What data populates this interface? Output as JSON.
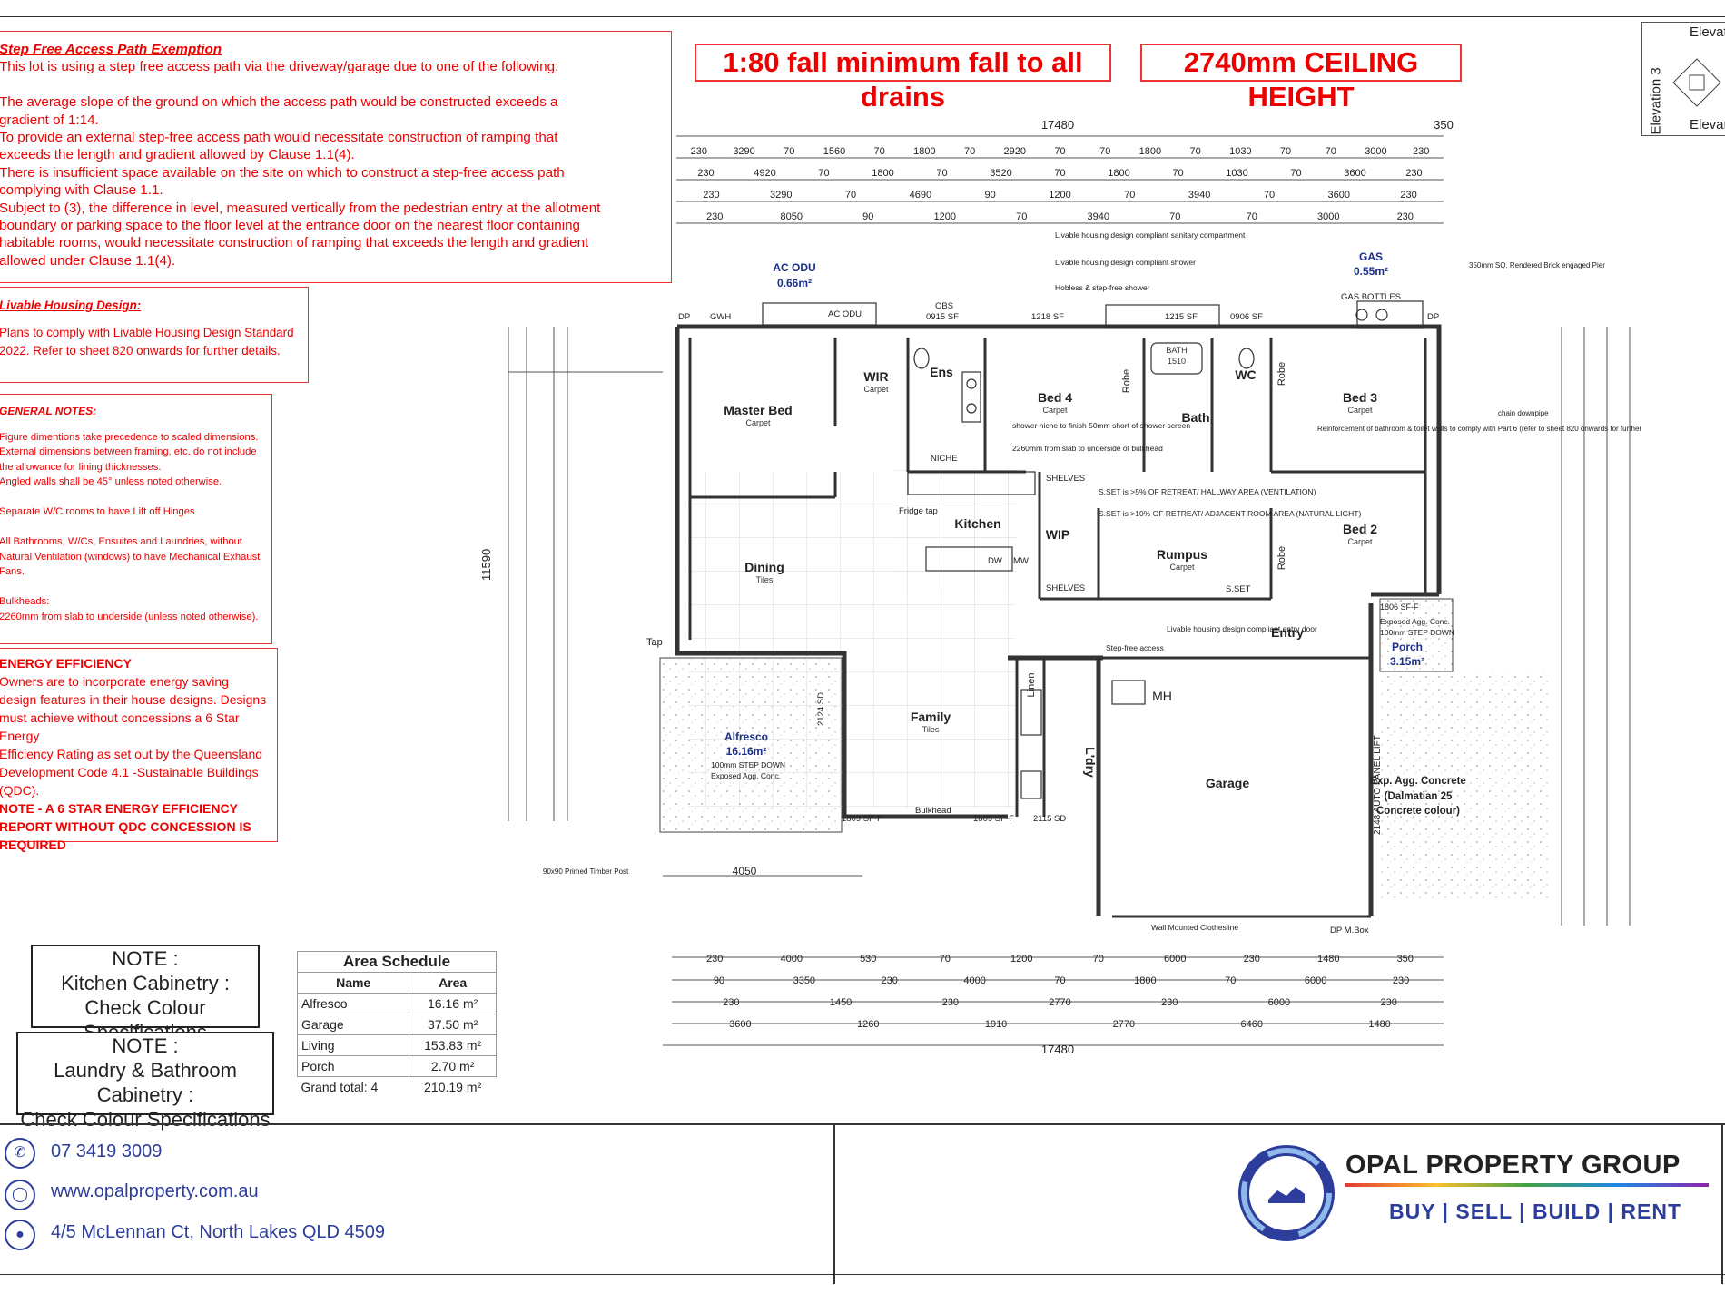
{
  "header": {
    "fall_note": "1:80 fall minimum fall to all drains",
    "ceiling_note": "2740mm CEILING HEIGHT"
  },
  "step_free": {
    "title": "Step Free Access Path Exemption",
    "lines": [
      "This lot is using a step free access path via the driveway/garage due to one of the following:",
      "",
      "The average slope of the ground on which the access path would be constructed exceeds a",
      "gradient of 1:14.",
      "To provide an external step-free access path would necessitate construction of ramping that",
      "exceeds the length and gradient allowed by Clause 1.1(4).",
      "There is insufficient space available on the site on which to construct a step-free access path",
      "complying with Clause 1.1.",
      "Subject to (3), the difference in level, measured vertically from the pedestrian entry at the allotment",
      "boundary or parking space to the floor level at the entrance door on the nearest floor containing",
      "habitable rooms, would necessitate construction of ramping that exceeds the length and gradient",
      "allowed under Clause 1.1(4)."
    ]
  },
  "livable": {
    "title": "Livable Housing Design:",
    "lines": [
      "Plans to comply with Livable Housing Design Standard",
      "2022. Refer to sheet 820 onwards for further details."
    ]
  },
  "general": {
    "title": "GENERAL NOTES:",
    "lines": [
      "Figure dimentions take precedence to scaled dimensions.",
      "External dimensions between framing, etc. do not include",
      "the allowance for lining thicknesses.",
      "Angled walls shall be 45° unless noted otherwise.",
      "",
      "Separate W/C rooms to have Lift off Hinges",
      "",
      "All Bathrooms, W/Cs, Ensuites and Laundries, without",
      "Natural Ventilation (windows) to have Mechanical Exhaust",
      "Fans.",
      "",
      "Bulkheads:",
      "2260mm from slab to underside (unless noted otherwise)."
    ]
  },
  "energy": {
    "title": "ENERGY EFFICIENCY",
    "lines": [
      "Owners are to incorporate energy saving",
      "design features in their house designs. Designs",
      "must achieve without concessions a 6 Star Energy",
      "Efficiency Rating as set out by the Queensland",
      "Development Code 4.1 -Sustainable Buildings",
      "(QDC)."
    ],
    "bold_lines": [
      "NOTE  - A 6 STAR ENERGY EFFICIENCY",
      "REPORT WITHOUT QDC CONCESSION IS",
      "REQUIRED"
    ]
  },
  "notes": {
    "kitchen": [
      "NOTE :",
      "Kitchen Cabinetry :",
      "Check Colour Specifications"
    ],
    "laundry": [
      "NOTE :",
      "Laundry & Bathroom Cabinetry :",
      "Check Colour Specifications"
    ]
  },
  "area_schedule": {
    "title": "Area Schedule",
    "headers": [
      "Name",
      "Area"
    ],
    "rows": [
      [
        "Alfresco",
        "16.16 m²"
      ],
      [
        "Garage",
        "37.50 m²"
      ],
      [
        "Living",
        "153.83 m²"
      ],
      [
        "Porch",
        "2.70 m²"
      ]
    ],
    "total_label": "Grand total: 4",
    "total_value": "210.19 m²"
  },
  "contact": {
    "phone": "07 3419 3009",
    "web": "www.opalproperty.com.au",
    "address": "4/5 McLennan Ct, North Lakes QLD 4509"
  },
  "brand": {
    "name": "OPAL PROPERTY GROUP",
    "tagline": "BUY | SELL | BUILD | RENT",
    "color": "#2c3d9b"
  },
  "elevation_key": {
    "top": "Elevation",
    "side": "Elevation 3",
    "bottom": "Elevation"
  },
  "plan": {
    "overall_width": "17480",
    "overall_extra": "350",
    "overall_depth": "11590",
    "dim_rows": [
      [
        "230",
        "3290",
        "70",
        "1560",
        "70",
        "1800",
        "70",
        "2920",
        "70",
        "70",
        "1800",
        "70",
        "1030",
        "70",
        "70",
        "3000",
        "230"
      ],
      [
        "230",
        "4920",
        "70",
        "1800",
        "70",
        "3520",
        "70",
        "1800",
        "70",
        "1030",
        "70",
        "3600",
        "230"
      ],
      [
        "230",
        "3290",
        "70",
        "4690",
        "90",
        "1200",
        "70",
        "3940",
        "70",
        "3600",
        "230"
      ],
      [
        "230",
        "8050",
        "90",
        "1200",
        "70",
        "3940",
        "70",
        "70",
        "3000",
        "230"
      ]
    ],
    "bottom_rows": [
      [
        "230",
        "4000",
        "530",
        "70",
        "1200",
        "70",
        "6000",
        "230",
        "1480",
        "350"
      ],
      [
        "90",
        "3350",
        "230",
        "4000",
        "70",
        "1800",
        "70",
        "6000",
        "230"
      ],
      [
        "230",
        "1450",
        "230",
        "2770",
        "230",
        "6000",
        "230"
      ],
      [
        "3600",
        "1260",
        "1910",
        "2770",
        "6460",
        "1480"
      ]
    ],
    "bottom_total": "17480",
    "alfresco_dim": "4050",
    "rooms": {
      "master_bed": "Master Bed",
      "carpet": "Carpet",
      "wir": "WIR",
      "ens": "Ens",
      "bed4": "Bed 4",
      "bath": "Bath",
      "wc": "WC",
      "bed3": "Bed 3",
      "bed2": "Bed 2",
      "dining": "Dining",
      "tiles": "Tiles",
      "kitchen": "Kitchen",
      "wip": "WIP",
      "rumpus": "Rumpus",
      "entry": "Entry",
      "family": "Family",
      "laundry": "L'dry",
      "garage": "Garage",
      "alfresco": "Alfresco",
      "alfresco_area": "16.16m²",
      "porch": "Porch",
      "porch_area": "3.15m²",
      "robe": "Robe",
      "linen": "Linen",
      "mh": "MH",
      "bath_tub": "BATH",
      "bath_tub_size": "1510"
    },
    "labels": {
      "ac_odu": "AC ODU",
      "ac_area": "0.66m²",
      "ac_odu_box": "AC ODU",
      "gas": "GAS",
      "gas_area": "0.55m²",
      "gas_bottles": "GAS BOTTLES",
      "gwh": "GWH",
      "dp": "DP",
      "obs1": "OBS",
      "obs1_v": "0915 SF",
      "sf1218": "1218 SF",
      "obs2_v": "1215 SF",
      "obs3_v": "0906 SF",
      "alfresco_step": "100mm STEP DOWN",
      "alfresco_conc": "Exposed Agg. Conc.",
      "porch_sf": "1806 SF-F",
      "porch_conc": "Exposed Agg. Conc.",
      "porch_step": "100mm STEP DOWN",
      "exp_agg": "Exp. Agg. Concrete",
      "dalmatian": "(Dalmatian 25",
      "concrete_colour": "Concrete colour)",
      "tap": "Tap",
      "bulkhead": "Bulkhead",
      "fridge_tap": "Fridge tap",
      "shelves": "SHELVES",
      "niche": "NICHE",
      "dw": "DW",
      "mw": "MW",
      "panel_lift": "2148 AUTO PANEL LIFT",
      "clothesline": "Wall Mounted Clothesline",
      "mbox": "DP M.Box",
      "post_note": "90x90 Primed Timber Post",
      "pier_note": "350mm SQ. Rendered Brick engaged Pier",
      "chain": "chain downpipe",
      "lhd_wc": "Livable housing design compliant sanitary compartment",
      "lhd_shower": "Livable housing design compliant shower",
      "hobless": "Hobless & step-free shower",
      "shower_niche": "shower niche to finish 50mm short of shower screen",
      "bulkhead_note": "2260mm from slab to underside of bulkhead",
      "reinforce": "Reinforcement of bathroom & toilet walls to comply with Part 6 (refer to sheet 820 onwards for further details)",
      "sset1": "S.SET is >5% OF RETREAT/ HALLWAY AREA (VENTILATION)",
      "sset2": "S.SET is >10% OF RETREAT/ ADJACENT ROOM AREA (NATURAL LIGHT)",
      "lhd_entry": "Livable housing design compliant entry door",
      "step_free_access": "Step-free access",
      "sset": "S.SET",
      "sd2115": "2115 SD",
      "sf1809": "1809 SF-F",
      "sd2124": "2124 SD"
    }
  }
}
